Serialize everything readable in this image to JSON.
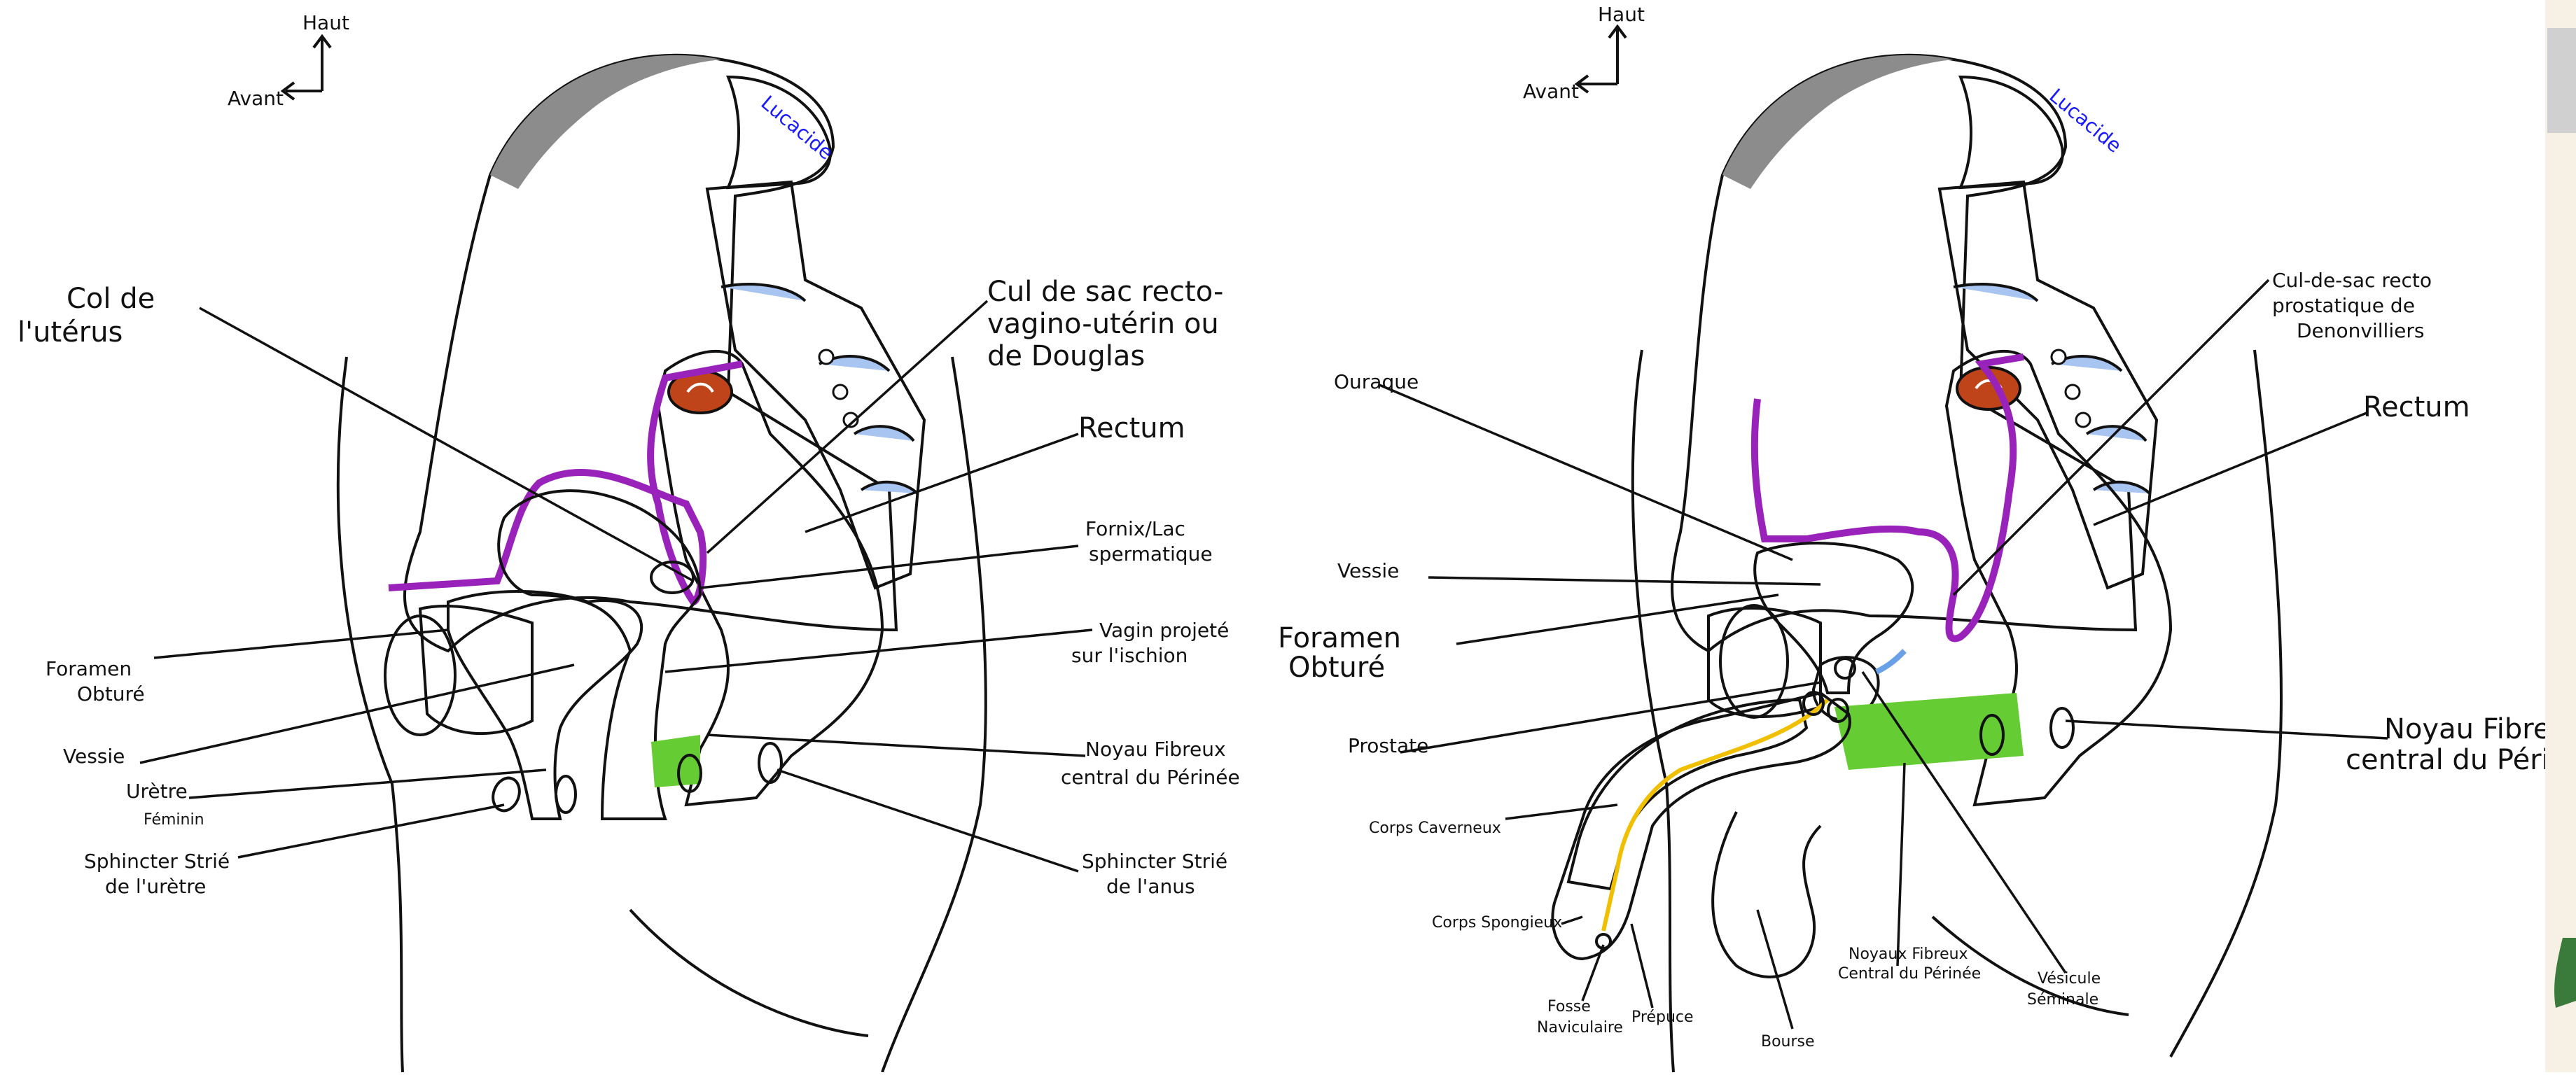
{
  "left_panel": {
    "orientation": {
      "up": "Haut",
      "front": "Avant"
    },
    "signature": "Lucacide",
    "labels": {
      "col_uterus": "Col de\nl'utérus",
      "cul_de_sac_douglas": "Cul de sac recto-\nvagino-utérin ou\nde Douglas",
      "rectum": "Rectum",
      "fornix": "Fornix/Lac\nspermatique",
      "vagin": "Vagin projeté\nsur l'ischion",
      "noyau": "Noyau Fibreux\ncentral du Périnée",
      "sphincter_anus": "Sphincter Strié\nde l'anus",
      "foramen": "Foramen\nObturé",
      "vessie": "Vessie",
      "uretre": "Urètre",
      "uretre_sub": "Féminin",
      "sphincter_uretre": "Sphincter Strié\nde l'urètre"
    }
  },
  "right_panel": {
    "orientation": {
      "up": "Haut",
      "front": "Avant"
    },
    "signature": "Lucacide",
    "labels": {
      "ouraque": "Ouraque",
      "vessie": "Vessie",
      "foramen": "Foramen\nObturé",
      "prostate": "Prostate",
      "corps_caverneux": "Corps Caverneux",
      "corps_spongieux": "Corps Spongieux",
      "fosse_naviculaire": "Fosse\nNaviculaire",
      "prepuce": "Prépuce",
      "bourse": "Bourse",
      "noyaux_fibreux": "Noyaux Fibreux\nCentral du Périnée",
      "vesicule": "Vésicule\nSéminale",
      "cul_de_sac_denonvilliers": "Cul-de-sac recto\nprostatique de\nDenonvilliers",
      "rectum": "Rectum",
      "noyau": "Noyau Fibreux\ncentral du Périnée"
    }
  },
  "colors": {
    "bone_dark": "#8c8c8c",
    "bone_light": "#c8c8c8",
    "rectum": "#ff7f00",
    "uterus_vagina": "#ff66cc",
    "bladder": "#ffe01a",
    "green_nucleus": "#66cc33",
    "sphincter": "#e01010",
    "peritoneum": "#9922bb",
    "foramen": "#a8c4f0",
    "corpus_cavernosum": "#a020f0",
    "corpus_spongiosum": "#ffb3e0",
    "signature": "#1a1aff"
  }
}
